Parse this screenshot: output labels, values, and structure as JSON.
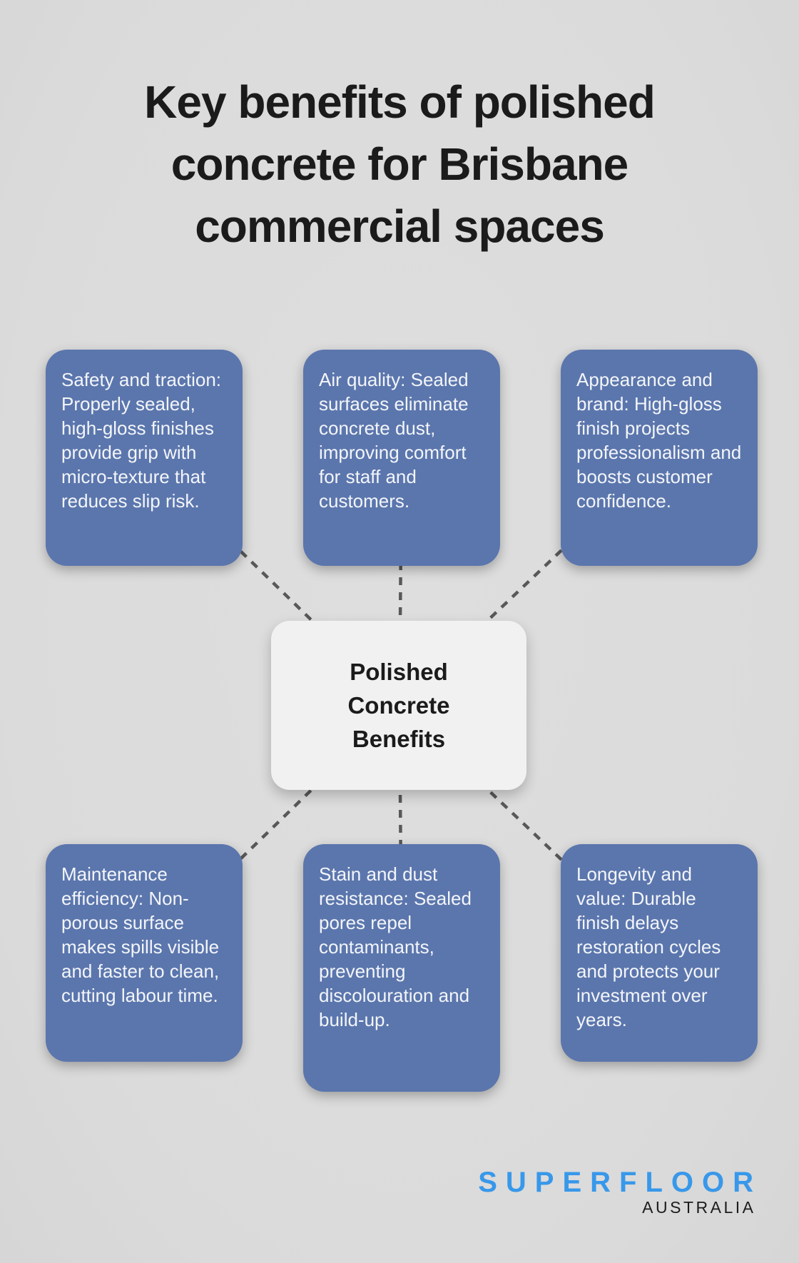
{
  "title": "Key benefits of polished\nconcrete for Brisbane\ncommercial spaces",
  "center": {
    "label": "Polished\nConcrete\nBenefits"
  },
  "benefits": [
    {
      "id": "safety-traction",
      "text": "Safety and traction: Properly sealed, high-gloss finishes provide grip with micro-texture that reduces slip risk."
    },
    {
      "id": "air-quality",
      "text": "Air quality: Sealed surfaces eliminate concrete dust, improving comfort for staff and customers."
    },
    {
      "id": "appearance-brand",
      "text": "Appearance and brand: High-gloss finish projects professionalism and boosts customer confidence."
    },
    {
      "id": "maintenance-efficiency",
      "text": "Maintenance efficiency: Non-porous surface makes spills visible and faster to clean, cutting labour time."
    },
    {
      "id": "stain-dust-resistance",
      "text": "Stain and dust resistance: Sealed pores repel contaminants, preventing discolouration and build-up."
    },
    {
      "id": "longevity-value",
      "text": "Longevity and value: Durable finish delays restoration cycles and protects your investment over years."
    }
  ],
  "logo": {
    "brand": "SUPERFLOOR",
    "sub": "AUSTRALIA"
  },
  "colors": {
    "background": "#dcdcdc",
    "benefit_box": "#5b76ad",
    "benefit_text": "#f3f5f9",
    "center_box": "#f1f1f1",
    "title_text": "#1b1b1b",
    "connector": "#585858",
    "logo_blue": "#3898ea",
    "logo_sub": "#1c1c1c"
  }
}
